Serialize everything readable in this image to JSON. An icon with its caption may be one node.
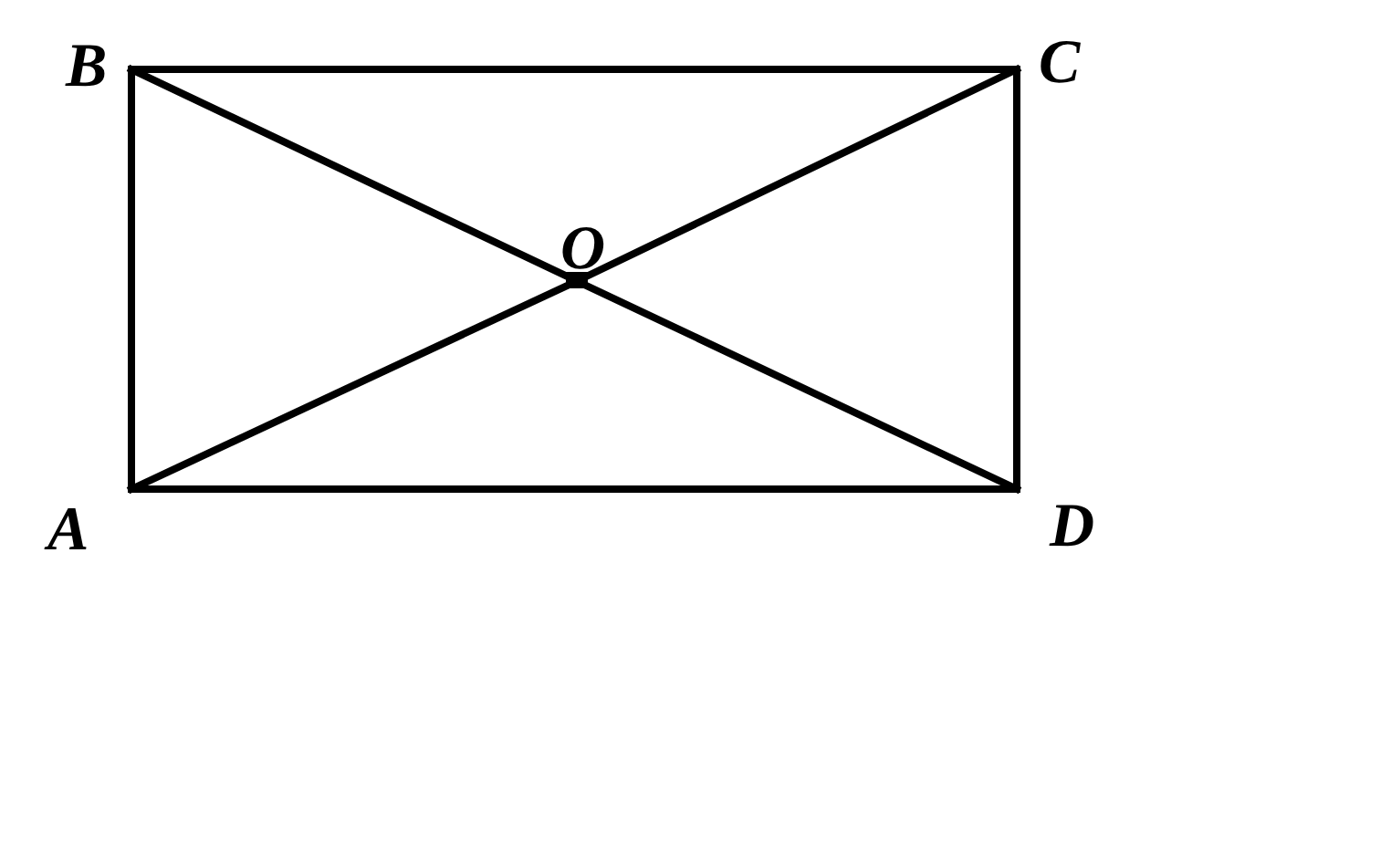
{
  "diagram": {
    "nodes": [
      {
        "text": [
          "B"
        ]
      },
      {
        "text": [
          "C"
        ]
      },
      {
        "text": [
          "O"
        ]
      },
      {
        "text": [
          "A"
        ]
      },
      {
        "text": [
          "D"
        ]
      }
    ],
    "edges": [
      {
        "from": 0,
        "to": 1,
        "arrow": "none"
      },
      {
        "from": 0,
        "to": 3,
        "arrow": "none"
      },
      {
        "from": 1,
        "to": 4,
        "arrow": "none"
      },
      {
        "from": 3,
        "to": 4,
        "arrow": "none"
      },
      {
        "from": 0,
        "to": 2,
        "arrow": "none"
      },
      {
        "from": 2,
        "to": 4,
        "arrow": "none"
      },
      {
        "from": 3,
        "to": 2,
        "arrow": "none"
      },
      {
        "from": 2,
        "to": 1,
        "arrow": "none"
      }
    ]
  }
}
